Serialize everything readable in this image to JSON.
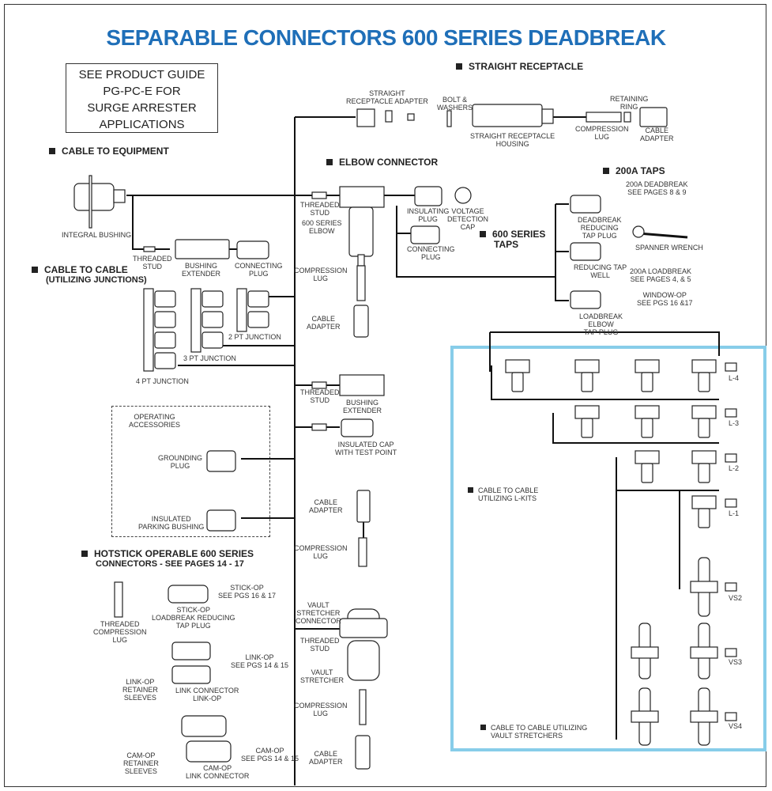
{
  "title": "SEPARABLE CONNECTORS 600 SERIES DEADBREAK",
  "note_lines": [
    "SEE PRODUCT GUIDE",
    "PG-PC-E FOR",
    "SURGE ARRESTER",
    "APPLICATIONS"
  ],
  "headings": {
    "straight_receptacle": "STRAIGHT RECEPTACLE",
    "cable_to_equipment": "CABLE TO EQUIPMENT",
    "elbow_connector": "ELBOW CONNECTOR",
    "taps_200a": "200A TAPS",
    "taps_600_line1": "600 SERIES",
    "taps_600_line2": "TAPS",
    "cable_to_cable_line1": "CABLE TO CABLE",
    "cable_to_cable_line2": "(UTILIZING JUNCTIONS)",
    "hotstick_line1": "HOTSTICK OPERABLE 600 SERIES",
    "hotstick_line2": "CONNECTORS - SEE PAGES 14 - 17"
  },
  "labels": {
    "straight_receptacle_adapter": "STRAIGHT\nRECEPTACLE ADAPTER",
    "bolt_washers": "BOLT &\nWASHERS",
    "straight_receptacle_housing": "STRAIGHT RECEPTACLE\nHOUSING",
    "retaining_ring": "RETAINING\nRING",
    "compression_lug_top": "COMPRESSION\nLUG",
    "cable_adapter_top": "CABLE\nADAPTER",
    "integral_bushing": "INTEGRAL BUSHING",
    "threaded_stud_1": "THREADED\nSTUD",
    "bushing_extender_1": "BUSHING\nEXTENDER",
    "connecting_plug_1": "CONNECTING\nPLUG",
    "threaded_stud_2": "THREADED\nSTUD",
    "elbow_600": "600 SERIES\nELBOW",
    "compression_lug_2": "COMPRESSION\nLUG",
    "cable_adapter_2": "CABLE\nADAPTER",
    "insulating_plug": "INSULATING\nPLUG",
    "voltage_detection_cap": "VOLTAGE\nDETECTION\nCAP",
    "connecting_plug_2": "CONNECTING\nPLUG",
    "deadbreak_200a": "200A DEADBREAK\nSEE PAGES 8 & 9",
    "deadbreak_reducing": "DEADBREAK\nREDUCING\nTAP PLUG",
    "spanner_wrench": "SPANNER WRENCH",
    "reducing_tap_well": "REDUCING TAP\nWELL",
    "loadbreak_200a": "200A LOADBREAK\nSEE PAGES 4, & 5",
    "loadbreak_elbow": "LOADBREAK\nELBOW\nTAP PLUG",
    "window_op": "WINDOW-OP\nSEE PGS 16 &17",
    "pt2_junction": "2 PT JUNCTION",
    "pt3_junction": "3 PT JUNCTION",
    "pt4_junction": "4 PT JUNCTION",
    "threaded_stud_3": "THREADED\nSTUD",
    "bushing_extender_2": "BUSHING\nEXTENDER",
    "insulated_cap": "INSULATED CAP\nWITH TEST POINT",
    "operating_accessories": "OPERATING\nACCESSORIES",
    "grounding_plug": "GROUNDING\nPLUG",
    "insulated_parking": "INSULATED\nPARKING BUSHING",
    "cable_adapter_3": "CABLE\nADAPTER",
    "compression_lug_3": "COMPRESSION\nLUG",
    "vault_stretcher_connector": "VAULT\nSTRETCHER\nCONNECTOR",
    "threaded_stud_4": "THREADED\nSTUD",
    "vault_stretcher": "VAULT\nSTRETCHER",
    "compression_lug_4": "COMPRESSION\nLUG",
    "cable_adapter_4": "CABLE\nADAPTER",
    "threaded_comp_lug": "THREADED\nCOMPRESSION\nLUG",
    "stick_op_plug": "STICK-OP\nLOADBREAK REDUCING\nTAP PLUG",
    "stick_op": "STICK-OP\nSEE PGS 16 & 17",
    "link_op": "LINK-OP\nSEE PGS 14 & 15",
    "link_op_sleeves": "LINK-OP\nRETAINER\nSLEEVES",
    "link_connector": "LINK CONNECTOR\nLINK-OP",
    "cam_op": "CAM-OP\nSEE PGS 14 & 15",
    "cam_op_sleeves": "CAM-OP\nRETAINER\nSLEEVES",
    "cam_op_link": "CAM-OP\nLINK CONNECTOR",
    "l4": "L-4",
    "l3": "L-3",
    "l2": "L-2",
    "l1": "L-1",
    "vs2": "VS2",
    "vs3": "VS3",
    "vs4": "VS4",
    "lkits_section": "CABLE TO CABLE\nUTILIZING L-KITS",
    "vs_section": "CABLE TO CABLE UTILIZING\nVAULT STRETCHERS"
  },
  "colors": {
    "title": "#1f6fb8",
    "highlight_box": "#87cde9",
    "ink": "#111111"
  }
}
